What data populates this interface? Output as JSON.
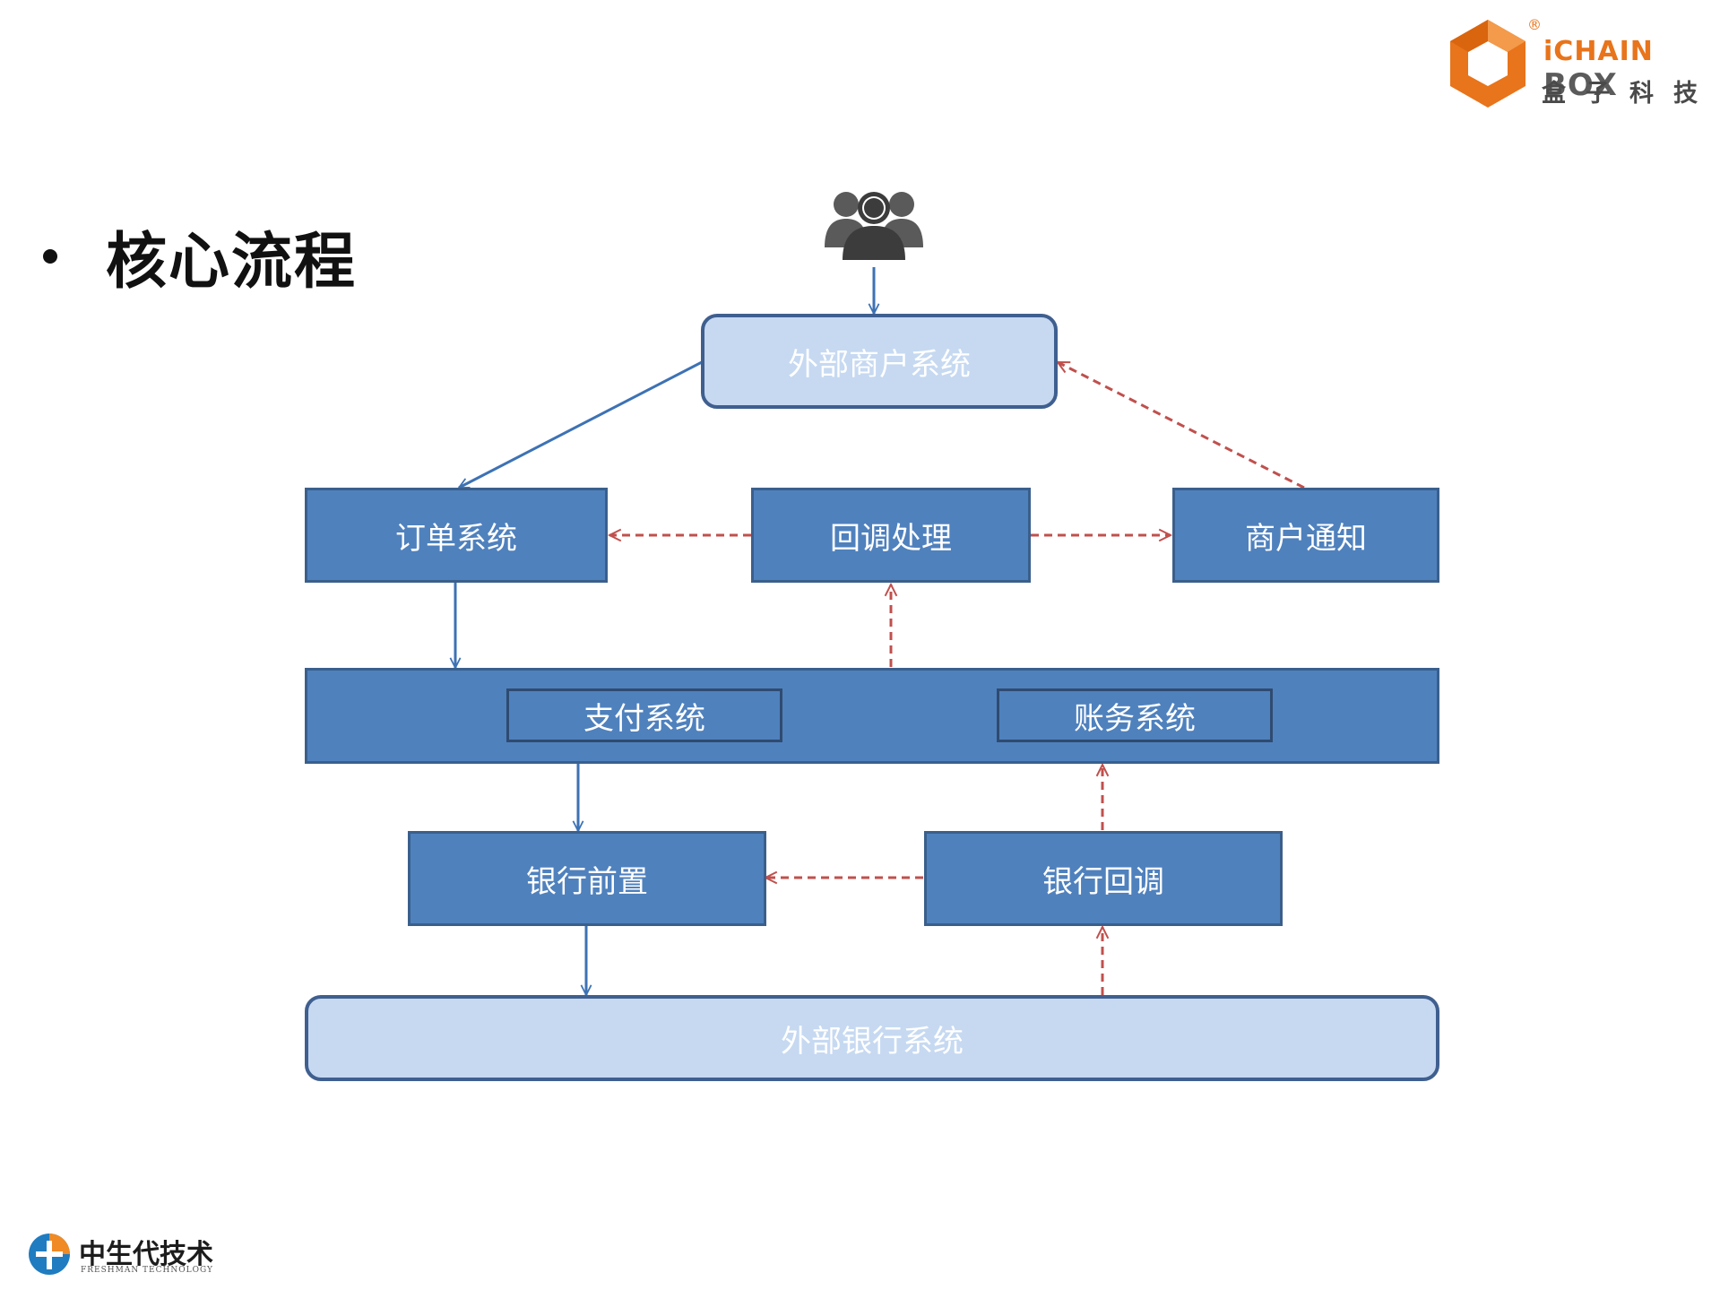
{
  "slide": {
    "title": "核心流程"
  },
  "brand": {
    "name_en_i": "i",
    "name_en_box": "BOX",
    "name_en_chain": "CHAIN",
    "name_cn": "盒子科技",
    "registered": "®",
    "accent_color": "#e8741b"
  },
  "footer": {
    "name_cn": "中生代技术",
    "name_en": "FRESHMAN TECHNOLOGY"
  },
  "diagram": {
    "users_icon": "users-icon",
    "nodes": {
      "merchant_system": "外部商户系统",
      "order_system": "订单系统",
      "callback_handling": "回调处理",
      "merchant_notify": "商户通知",
      "payment_system": "支付系统",
      "accounting_system": "账务系统",
      "bank_frontend": "银行前置",
      "bank_callback": "银行回调",
      "external_bank": "外部银行系统"
    },
    "colors": {
      "node_fill": "#4f81bd",
      "node_light_fill": "#c6d9f1",
      "solid_arrow": "#3d72b4",
      "dashed_arrow": "#c0504d"
    }
  }
}
